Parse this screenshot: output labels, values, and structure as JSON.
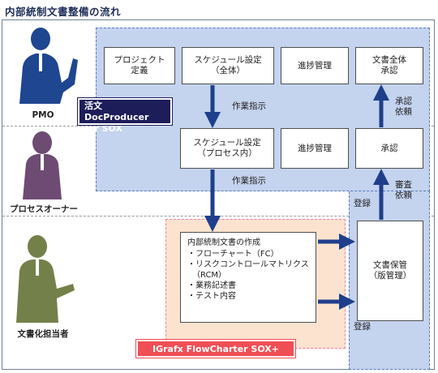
{
  "title": "内部統制文書整備の流れ",
  "actors": [
    {
      "label": "PMO",
      "color": "#1f4690"
    },
    {
      "label": "プロセスオーナー",
      "color": "#6e4b73"
    },
    {
      "label": "文書化担当者",
      "color": "#74804a"
    }
  ],
  "badges": {
    "docproducer": "活文DocProducer\nfor SOX",
    "flowcharter": "IGrafx FlowCharter SOX+"
  },
  "pmo_row": {
    "project_def": "プロジェクト\n定義",
    "schedule_all": "スケジュール設定\n（全体）",
    "progress": "進捗管理",
    "approve_all": "文書全体\n承認"
  },
  "owner_row": {
    "schedule_process": "スケジュール設定\n（プロセス内）",
    "progress": "進捗管理",
    "approve": "承認"
  },
  "doc_row": {
    "create_title": "内部統制文書の作成",
    "create_items": [
      "・フローチャート（FC）",
      "・リスクコントロールマトリクス",
      "（RCM）",
      "・業務記述書",
      "・テスト内容"
    ],
    "storage": "文書保管\n（版管理）"
  },
  "flow_labels": {
    "work_instruction_1": "作業指示",
    "work_instruction_2": "作業指示",
    "approval_request": "承認\n依頼",
    "review_request": "審査\n依頼",
    "register_1": "登録",
    "register_2": "登録"
  },
  "colors": {
    "blue_region": "#c4d3ee",
    "peach_region": "#fbe3cf",
    "arrow": "#1f3f8c"
  }
}
